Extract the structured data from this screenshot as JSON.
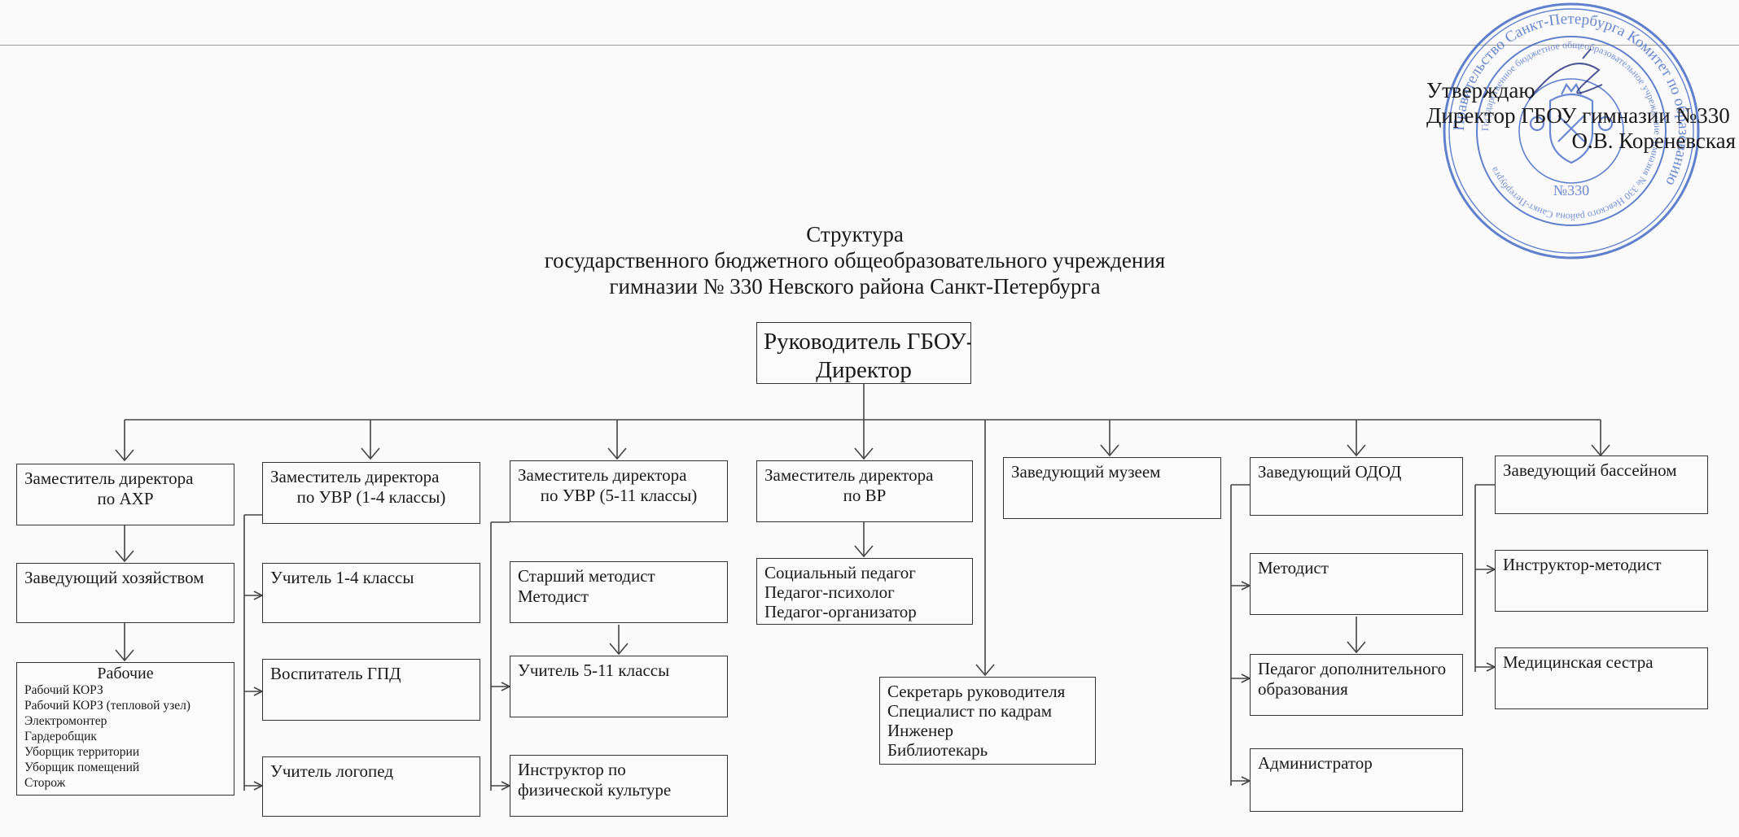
{
  "approval": {
    "line1": "Утверждаю",
    "line2": "Директор ГБОУ гимназии №330",
    "line3": "О.В. Кореневская"
  },
  "stamp": {
    "outer_text": "Правительство Санкт-Петербурга  Комитет по образованию",
    "inner_text": "Государственное бюджетное общеобразовательное учреждение гимназия № 330 Невского района Санкт-Петербурга",
    "number": "№330",
    "color": "#3a62c4"
  },
  "title": {
    "line1": "Структура",
    "line2": "государственного бюджетного общеобразовательного учреждения",
    "line3": "гимназии № 330 Невского района Санкт-Петербурга"
  },
  "director": {
    "line1": "Руководитель ГБОУ-",
    "line2": "Директор"
  },
  "deputies": [
    {
      "line1": "Заместитель директора",
      "line2": "по АХР"
    },
    {
      "line1": "Заместитель директора",
      "line2": "по УВР (1-4 классы)"
    },
    {
      "line1": "Заместитель директора",
      "line2": "по УВР (5-11 классы)"
    },
    {
      "line1": "Заместитель директора",
      "line2": "по ВР"
    },
    {
      "line1": "Заведующий музеем"
    },
    {
      "line1": "Заведующий ОДОД"
    },
    {
      "line1": "Заведующий бассейном"
    }
  ],
  "ahr": {
    "manager": "Заведующий хозяйством",
    "workers_title": "Рабочие",
    "workers": [
      "Рабочий КОРЗ",
      "Рабочий КОРЗ (тепловой узел)",
      "Электромонтер",
      "Гардеробщик",
      "Уборщик территории",
      "Уборщик помещений",
      "Сторож"
    ]
  },
  "uvr14": {
    "teacher": "Учитель 1-4 классы",
    "gpd": "Воспитатель ГПД",
    "speech": "Учитель логопед"
  },
  "uvr511": {
    "methodist_line1": "Старший методист",
    "methodist_line2": "Методист",
    "teacher": "Учитель 5-11 классы",
    "pe_line1": "Инструктор по",
    "pe_line2": "физической культуре"
  },
  "vr": {
    "lines": [
      "Социальный педагог",
      "Педагог-психолог",
      "Педагог-организатор"
    ]
  },
  "secretary": {
    "lines": [
      "Секретарь руководителя",
      "Специалист по кадрам",
      "Инженер",
      "Библиотекарь"
    ]
  },
  "odod": {
    "methodist": "Методист",
    "teacher_line1": "Педагог дополнительного",
    "teacher_line2": "образования",
    "admin": "Администратор"
  },
  "pool": {
    "instructor": "Инструктор-методист",
    "nurse": "Медицинская сестра"
  }
}
